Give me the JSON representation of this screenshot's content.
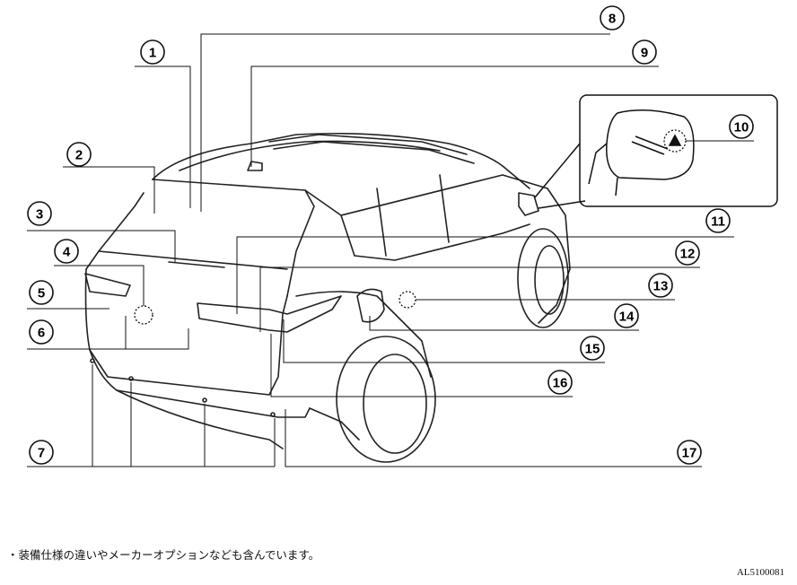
{
  "callouts": [
    {
      "id": "1",
      "label": "1"
    },
    {
      "id": "2",
      "label": "2"
    },
    {
      "id": "3",
      "label": "3"
    },
    {
      "id": "4",
      "label": "4"
    },
    {
      "id": "5",
      "label": "5"
    },
    {
      "id": "6",
      "label": "6"
    },
    {
      "id": "7",
      "label": "7"
    },
    {
      "id": "8",
      "label": "8"
    },
    {
      "id": "9",
      "label": "9"
    },
    {
      "id": "10",
      "label": "10"
    },
    {
      "id": "11",
      "label": "11"
    },
    {
      "id": "12",
      "label": "12"
    },
    {
      "id": "13",
      "label": "13"
    },
    {
      "id": "14",
      "label": "14"
    },
    {
      "id": "15",
      "label": "15"
    },
    {
      "id": "16",
      "label": "16"
    },
    {
      "id": "17",
      "label": "17"
    }
  ],
  "footer": {
    "note": "・装備仕様の違いやメーカーオプションなども含んでいます。",
    "code": "AL5100081"
  }
}
